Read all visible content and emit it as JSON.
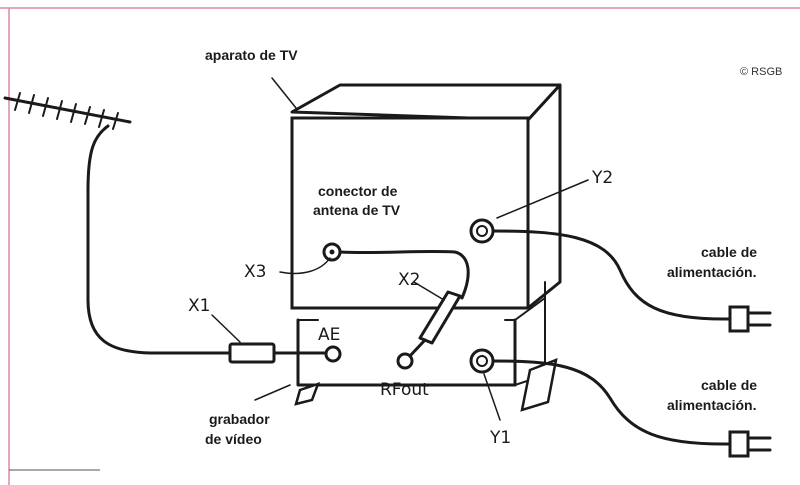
{
  "colors": {
    "frame": "#d98ca8",
    "ink": "#1a1a1a",
    "paper": "#ffffff"
  },
  "labels": {
    "tv": "aparato de TV",
    "copyright": "© RSGB",
    "tv_antenna_connector_line1": "conector de",
    "tv_antenna_connector_line2": "antena de TV",
    "power_cable_tv_line1": "cable de",
    "power_cable_tv_line2": "alimentación.",
    "power_cable_vcr_line1": "cable de",
    "power_cable_vcr_line2": "alimentación.",
    "vcr_line1": "grabador",
    "vcr_line2": "de vídeo"
  },
  "tags": {
    "x1": "X1",
    "x2": "X2",
    "x3": "X3",
    "y1": "Y1",
    "y2": "Y2",
    "ae": "AE",
    "rfout": "RFout"
  },
  "icons": [
    "yagi-antenna-icon",
    "tv-box-icon",
    "vcr-box-icon",
    "power-plug-icon",
    "coax-socket-icon",
    "filter-choke-icon"
  ]
}
